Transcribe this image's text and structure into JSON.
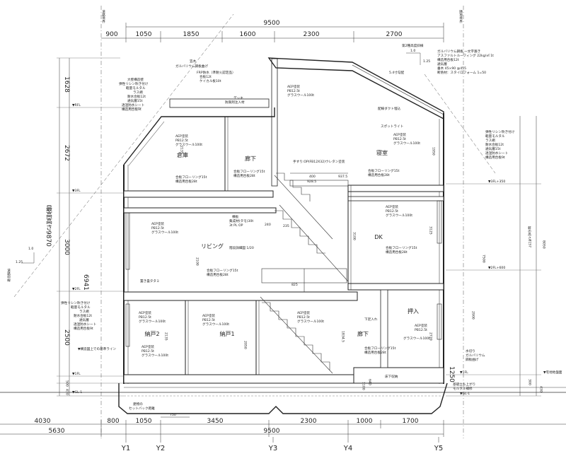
{
  "boundary_labels": {
    "left": "道路境界",
    "right": "隣地境界"
  },
  "top_dims": {
    "overall": "9500",
    "left_offset": "900",
    "segments": [
      "1050",
      "1850",
      "1600",
      "2300",
      "2700"
    ]
  },
  "bottom_dims": {
    "overall": "9500",
    "left_offset": "4030",
    "left_total": "5630",
    "segments": [
      "800",
      "1050",
      "3450",
      "2300",
      "1000",
      "1700"
    ],
    "sub": "750"
  },
  "axes": [
    "Y1",
    "Y2",
    "Y3",
    "Y4",
    "Y5"
  ],
  "left_dims": {
    "roof": "1628",
    "floor3": "2672",
    "floor2": "3000",
    "floor1": "2500",
    "base1": "500",
    "base2": "430",
    "total_height": "最高高さ9870",
    "sub_total": "6941"
  },
  "levels": [
    "▼RFL",
    "▼3FL",
    "▼2FL",
    "▼1FL",
    "▼GL-1"
  ],
  "right_levels": [
    "▼3FL+350",
    "▼2FL+600",
    "▼1FL",
    "▼GL-1",
    "▼宅地地盤面"
  ],
  "right_dims": {
    "a": "7500",
    "b": "8050",
    "c": "2900",
    "d": "1250",
    "e": "430",
    "f": "300",
    "eave": "軒の高さ8157"
  },
  "slope_labels": {
    "left": "道路斜線",
    "left_ratio_a": "1.0",
    "left_ratio_b": "1.25",
    "right": "第2種高度斜線",
    "right_ratio_a": "1.0",
    "right_ratio_b": "1.25"
  },
  "rooms": {
    "storage": "倉庫",
    "hall3": "廊下",
    "bedroom": "寝室",
    "living": "リビング",
    "dk": "DK",
    "nando2": "納戸2",
    "nando1": "納戸1",
    "hall1": "廊下",
    "closet": "押入"
  },
  "roof_notes": [
    "ガルバリウム鋼板 一文字葺き",
    "アスファルトルーフィング 22kg/㎡ 1t",
    "構造用合板12t",
    "通気層",
    "垂木 45×90 @455",
    "断熱材：スタイロフォーム 1=50"
  ],
  "roof_pitch": "5.4寸勾配",
  "window_notes": [
    "笠木",
    "ガルバリウム鋼板曲げ"
  ],
  "deck_notes": [
    "FRP防水（準耐火認定品）",
    "合板12t",
    "ケイカル板10t"
  ],
  "deck_label": [
    "デッキ",
    "防腐剤注入材"
  ],
  "wall_left": [
    "大壁構造壁",
    "弾性リシン吹き付け",
    "軽量モルタル",
    "ラス網",
    "耐水合板12t",
    "通気層15t",
    "透湿防水シート",
    "構造用合板9t"
  ],
  "wall_right": [
    "弾性リシン吹き付け",
    "軽量モルタル",
    "ラス網",
    "耐水合板12t",
    "通気層15t",
    "透湿防水シート",
    "構造用合板9t"
  ],
  "wall_1f": [
    "弾性リシン吹き付け",
    "軽量モルタル",
    "ラス網",
    "耐水合板12t",
    "通気層",
    "透湿防水シート",
    "構造用合板9t"
  ],
  "finish": {
    "ceiling": [
      "AEP塗装",
      "PB12.5t",
      "グラスウール100t"
    ],
    "floor": [
      "合板フローリング15t",
      "構造用合板28t"
    ]
  },
  "misc": {
    "duct": "配線ダクト埋込",
    "spot": "スポットライト",
    "tatami": "置き畳タタミ",
    "rail": "手すり:OP(FB12X32)ウレタン塗装",
    "stair": "階段詳細図 1/20",
    "hakoban": [
      "横板",
      "集成材(タモ)30t",
      "3t PL OP"
    ],
    "lower_storage": "床下収納",
    "setback": [
      "建物の",
      "セットバック距離"
    ],
    "base_line": "▼構造図上での基準ライン",
    "found": [
      "基礎立ち上がり",
      "モルタル補修"
    ],
    "mizukiri": [
      "水切り",
      "ガルバリウム",
      "鋼板曲げ"
    ],
    "under_label": "下足入れ"
  },
  "stair_dims": [
    "240",
    "235",
    "928.5",
    "400",
    "937.5",
    "825",
    "2100",
    "2135",
    "1834.5",
    "2050",
    "1950",
    "2135",
    "3100",
    "2720",
    "3125",
    "640",
    "1100"
  ]
}
